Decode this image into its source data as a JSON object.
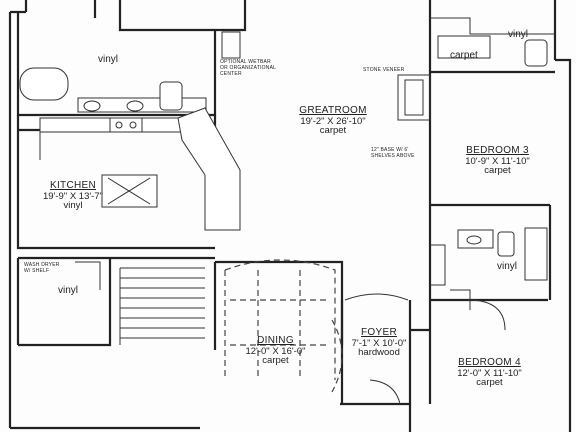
{
  "rooms": {
    "greatroom": {
      "name": "GREATROOM",
      "dims": "19'-2\" X 26'-10\"",
      "floor": "carpet"
    },
    "kitchen": {
      "name": "KITCHEN",
      "dims": "19'-9\" X 13'-7\"",
      "floor": "vinyl"
    },
    "bedroom3": {
      "name": "BEDROOM 3",
      "dims": "10'-9\" X 11'-10\"",
      "floor": "carpet"
    },
    "bedroom4": {
      "name": "BEDROOM 4",
      "dims": "12'-0\" X 11'-10\"",
      "floor": "carpet"
    },
    "dining": {
      "name": "DINING",
      "dims": "12'-0\" X 16'-0\"",
      "floor": "carpet"
    },
    "foyer": {
      "name": "FOYER",
      "dims": "7'-1\" X 10'-0\"",
      "floor": "hardwood"
    }
  },
  "floors": {
    "bath_top_left": "vinyl",
    "laundry": "vinyl",
    "bath_top_right": "vinyl",
    "closet_top_right": "carpet",
    "bath_right": "vinyl"
  },
  "notes": {
    "optional_center": "OPTIONAL WETBAR OR ORGANIZATIONAL CENTER",
    "stone_veneer": "STONE VENEER",
    "base_shelves": "12\" BASE W/ 6' SHELVES ABOVE",
    "wash_dryer": "WASH DRYER W/ SHELF"
  }
}
